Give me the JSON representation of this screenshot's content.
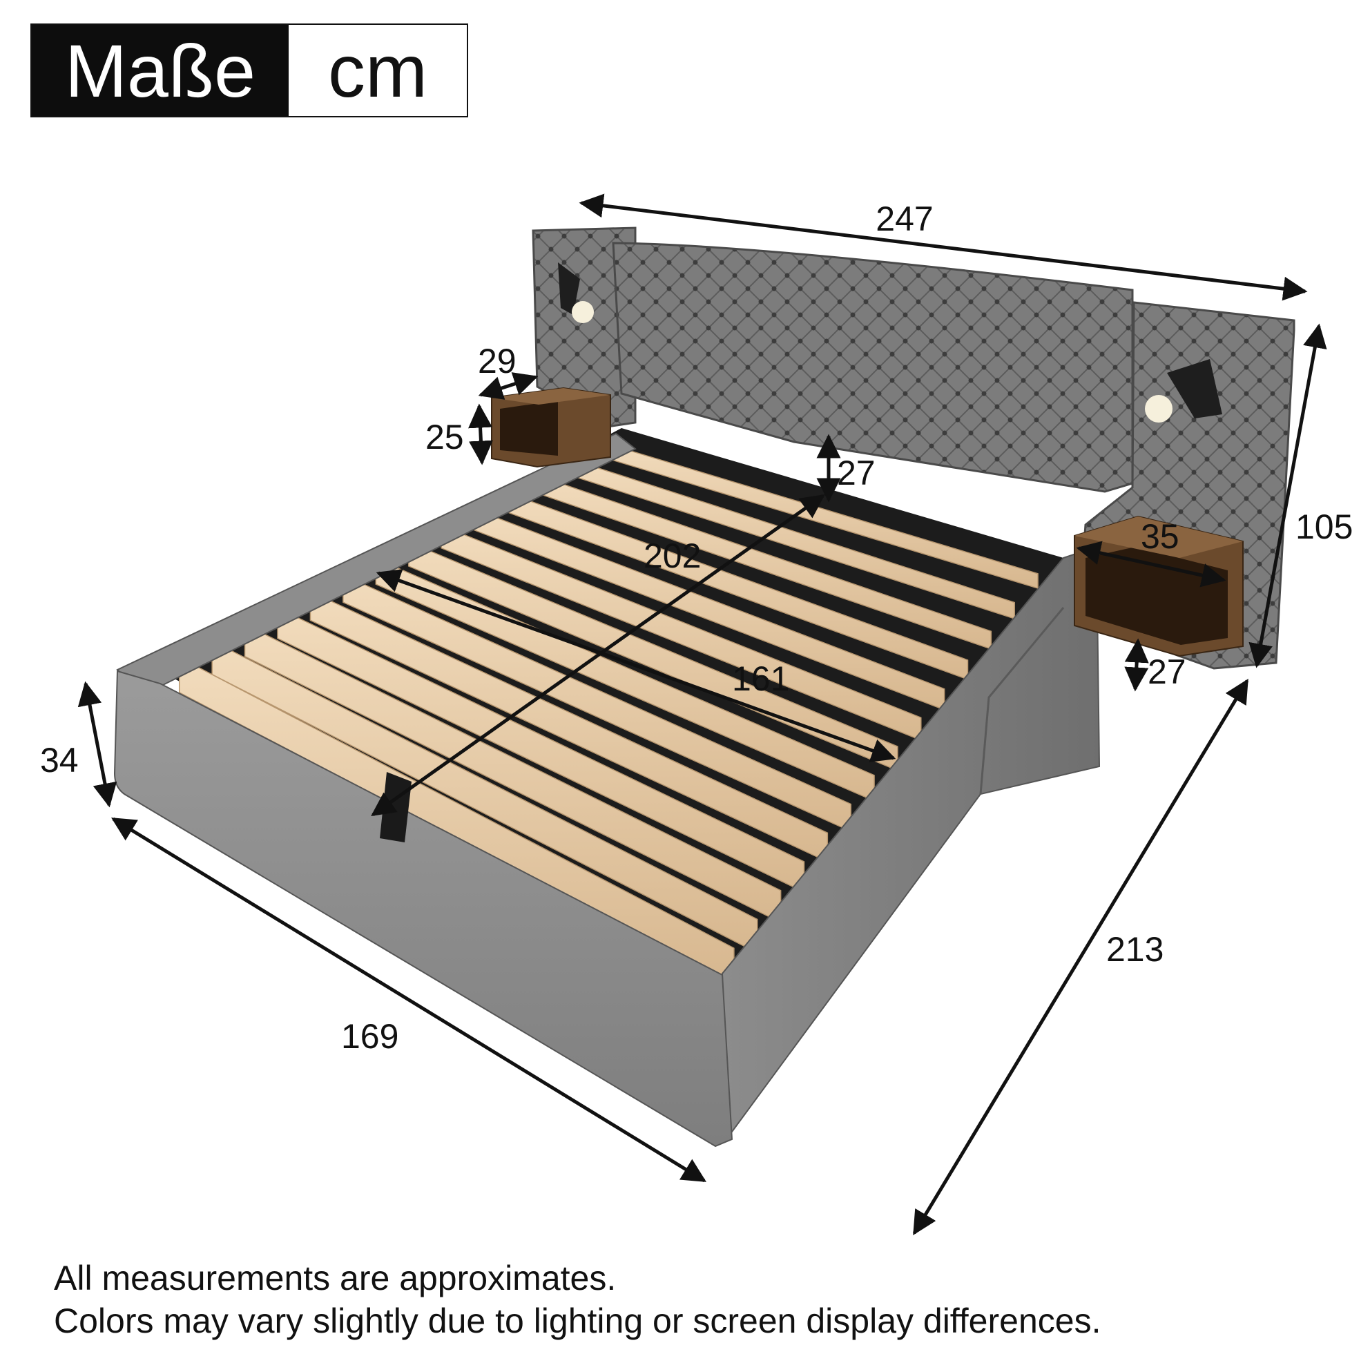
{
  "header": {
    "label": "Maße",
    "unit": "cm"
  },
  "dimensions": {
    "total_width": "247",
    "total_height": "105",
    "total_length": "213",
    "front_width": "169",
    "side_height": "34",
    "inner_length": "202",
    "inner_width": "161",
    "under_headboard_gap": "27",
    "shelf_left_depth": "29",
    "shelf_left_height": "25",
    "shelf_right_width": "35",
    "shelf_right_gap": "27"
  },
  "notes": [
    "All measurements are approximates.",
    "Colors may vary slightly due to lighting or screen display differences."
  ],
  "colors": {
    "upholstery": "#8a8a8a",
    "slats": "#e9cfae",
    "wood": "#6b4a2c",
    "ink": "#111111"
  }
}
